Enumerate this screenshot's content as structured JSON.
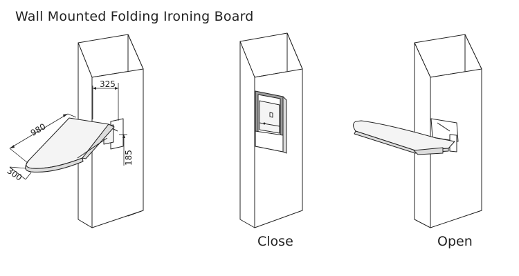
{
  "title": "Wall Mounted Folding Ironing Board",
  "captions": {
    "close": "Close",
    "open": "Open"
  },
  "dimensions": {
    "length": "980",
    "width": "300",
    "bracket_width": "325",
    "bracket_height": "185"
  }
}
